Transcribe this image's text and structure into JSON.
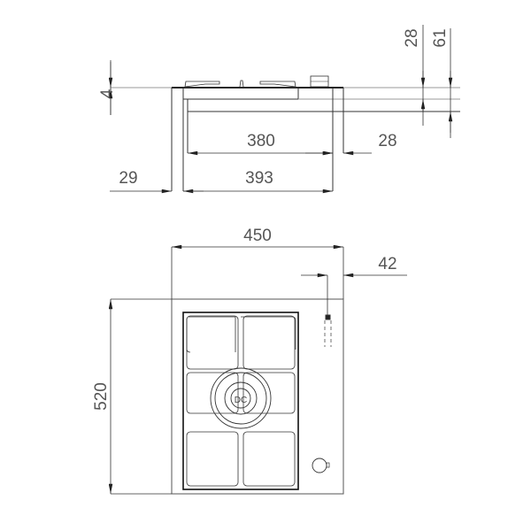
{
  "drawing": {
    "type": "technical dimension drawing",
    "subject": "single gas burner domino hob",
    "burner_label": "DC",
    "units": "mm",
    "colors": {
      "line": "#333333",
      "text": "#555555",
      "background": "#ffffff"
    }
  },
  "side_view": {
    "dimensions": {
      "glass_thickness": "4",
      "top_height": "28",
      "total_height": "61",
      "cutout_width": "380",
      "rear_offset": "28",
      "front_offset": "29",
      "body_width": "393"
    }
  },
  "plan_view": {
    "dimensions": {
      "width": "450",
      "depth": "520",
      "knob_offset": "42"
    }
  }
}
